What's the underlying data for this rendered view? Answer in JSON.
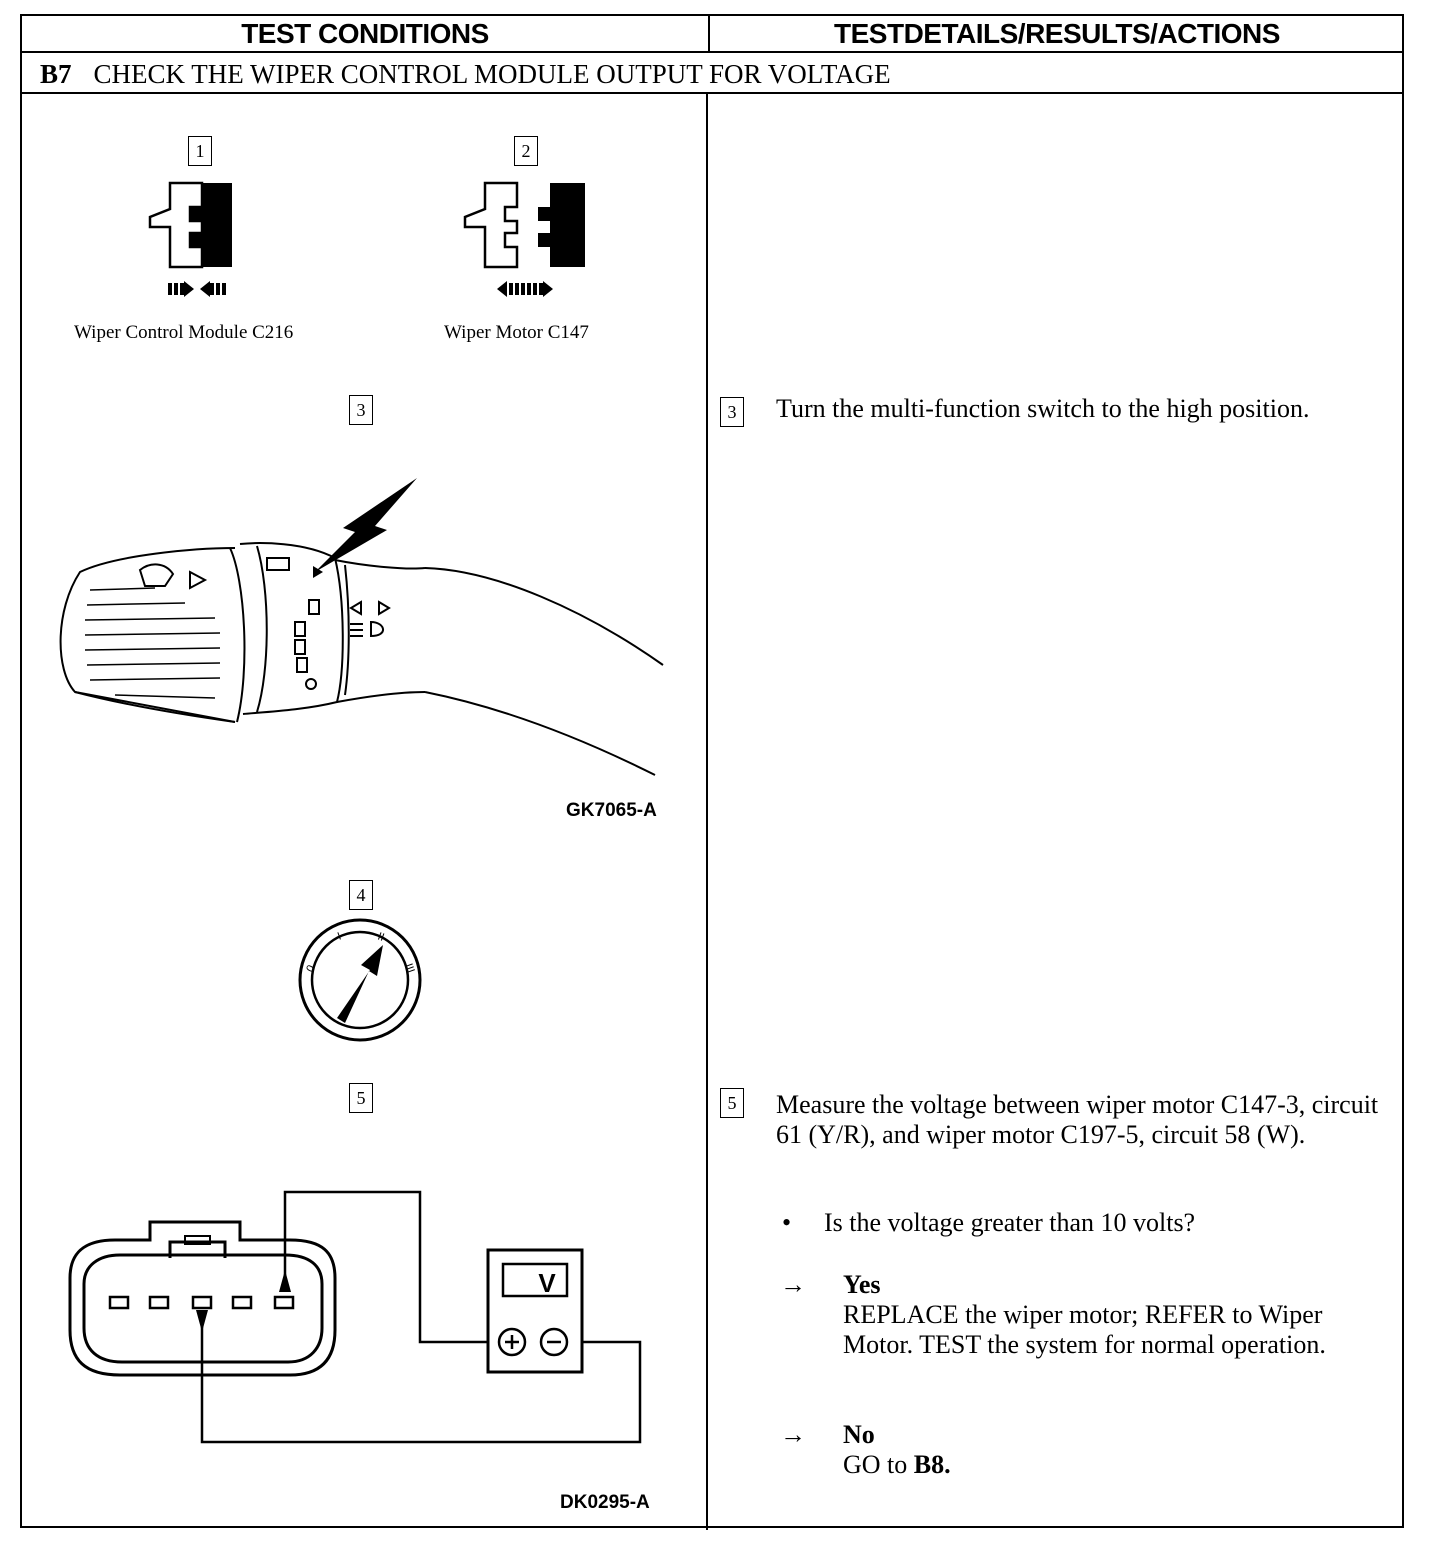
{
  "header": {
    "left": "TEST CONDITIONS",
    "right": "TESTDETAILS/RESULTS/ACTIONS"
  },
  "step": {
    "id": "B7",
    "title": "CHECK THE WIPER CONTROL MODULE OUTPUT FOR VOLTAGE"
  },
  "figures": {
    "box1": "1",
    "box2": "2",
    "box3": "3",
    "box4": "4",
    "box5": "5",
    "caption1": "Wiper Control Module C216",
    "caption2": "Wiper Motor C147",
    "fig_id_1": "GK7065-A",
    "fig_id_2": "DK0295-A",
    "meter_label": "V",
    "ignition_positions": [
      "0",
      "I",
      "II",
      "III"
    ]
  },
  "details": {
    "step3_num": "3",
    "step3_text": "Turn the multi-function switch to the high position.",
    "step5_num": "5",
    "step5_text": "Measure the voltage between wiper motor C147-3, circuit 61 (Y/R), and wiper motor C197-5, circuit 58 (W).",
    "question": "Is the voltage greater than 10 volts?",
    "yes_label": "Yes",
    "yes_text": "REPLACE the wiper motor; REFER to Wiper Motor. TEST the system for normal operation.",
    "no_label": "No",
    "no_text_prefix": "GO to",
    "no_target": "B8."
  }
}
